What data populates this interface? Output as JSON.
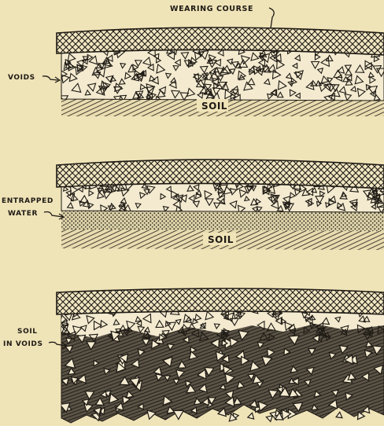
{
  "panels": [
    {
      "id": "top",
      "labels": {
        "wearing_course": "WEARING COURSE",
        "voids": "VOIDS",
        "soil": "SOIL"
      }
    },
    {
      "id": "middle",
      "labels": {
        "entrapped_line1": "ENTRAPPED",
        "entrapped_line2": "WATER",
        "soil": "SOIL"
      }
    },
    {
      "id": "bottom",
      "labels": {
        "soil_in_voids_line1": "SOIL",
        "soil_in_voids_line2": "IN VOIDS"
      }
    }
  ],
  "colors": {
    "background": "#efe3b8",
    "ink": "#1e1a14",
    "aggregate_fill": "#f3ead0"
  }
}
